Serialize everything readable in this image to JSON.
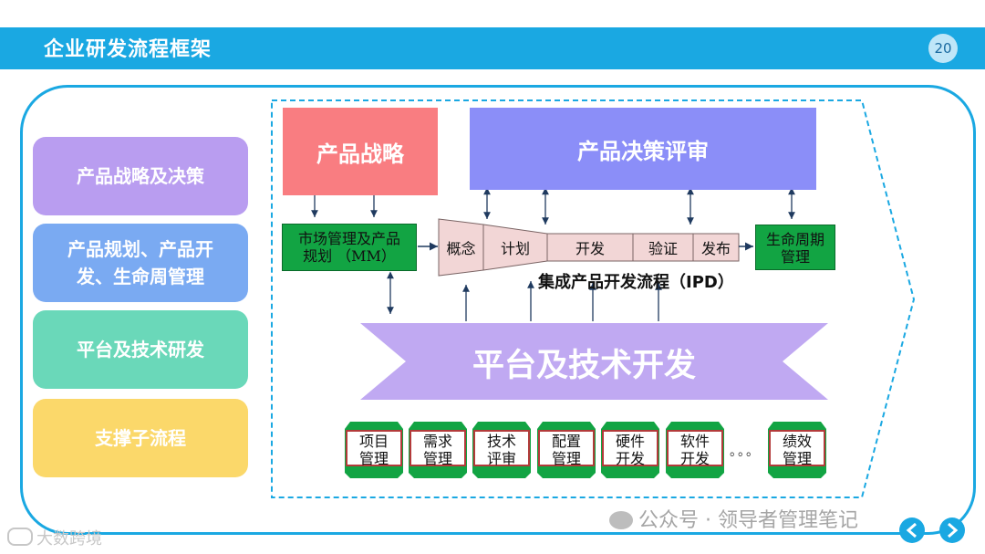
{
  "header": {
    "title": "企业研发流程框架",
    "page_number": "20"
  },
  "sidebar": [
    {
      "label": "产品战略及决策",
      "color": "#b99df0"
    },
    {
      "label": "产品规划、产品开发、生命周管理",
      "color": "#7aaaf2"
    },
    {
      "label": "平台及技术研发",
      "color": "#6ad8b9"
    },
    {
      "label": "支撑子流程",
      "color": "#fbd86a"
    }
  ],
  "diagram": {
    "strategy": "产品战略",
    "decision_review": "产品决策评审",
    "market_mgmt": "市场管理及产品规划（MM）",
    "market_mgmt_line1": "市场管理及产品",
    "market_mgmt_line2": "规划 （MM）",
    "stages": [
      "概念",
      "计划",
      "开发",
      "验证",
      "发布"
    ],
    "lifecycle_line1": "生命周期",
    "lifecycle_line2": "管理",
    "ipd_label": "集成产品开发流程（IPD）",
    "platform": "平台及技术开发",
    "modules": [
      {
        "line1": "项目",
        "line2": "管理"
      },
      {
        "line1": "需求",
        "line2": "管理"
      },
      {
        "line1": "技术",
        "line2": "评审"
      },
      {
        "line1": "配置",
        "line2": "管理"
      },
      {
        "line1": "硬件",
        "line2": "开发"
      },
      {
        "line1": "软件",
        "line2": "开发"
      },
      {
        "line1": "绩效",
        "line2": "管理"
      }
    ],
    "ellipsis": "。。。"
  },
  "watermarks": {
    "wechat": "公众号 · 领导者管理笔记",
    "corner": "大数跨境"
  },
  "colors": {
    "header": "#1aa8e2",
    "green": "#12a443",
    "purple": "#c0a9f2",
    "stage_fill": "#f2d6d6"
  }
}
